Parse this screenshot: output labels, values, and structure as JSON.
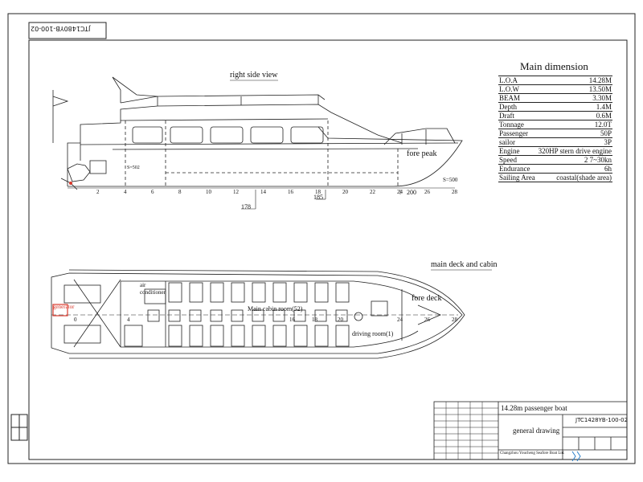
{
  "stamp": "JTC1480YB-100-02",
  "views": {
    "side": "right side view",
    "deck": "main deck and cabin"
  },
  "side_labels": {
    "fore_peak": "fore peak",
    "frame_mark": "S=500",
    "frame_numbers": [
      "2",
      "4",
      "6",
      "8",
      "10",
      "12",
      "14",
      "16",
      "18",
      "20",
      "22",
      "24",
      "26",
      "28"
    ],
    "dims": [
      "178",
      "185",
      "200"
    ],
    "mid_mark": "S=502"
  },
  "deck_labels": {
    "generator": "generator",
    "air": "air",
    "conditioner": "conditioner",
    "main_cabin": "Main cabin room(52)",
    "fore_deck": "fore deck",
    "driving_room": "driving room(1)",
    "frame_numbers": [
      "0",
      "4",
      "16",
      "18",
      "20",
      "24",
      "26",
      "28"
    ]
  },
  "main_dimension": {
    "title": "Main dimension",
    "rows": [
      {
        "label": "L.O.A",
        "value": "14.28M"
      },
      {
        "label": "L.O.W",
        "value": "13.50M"
      },
      {
        "label": "BEAM",
        "value": "3.30M"
      },
      {
        "label": "Depth",
        "value": "1.4M"
      },
      {
        "label": "Draft",
        "value": "0.6M"
      },
      {
        "label": "Tonnage",
        "value": "12.0T"
      },
      {
        "label": "Passenger",
        "value": "50P"
      },
      {
        "label": "sailor",
        "value": "3P"
      },
      {
        "label": "Engine",
        "value": "320HP stern drive engine"
      },
      {
        "label": "Speed",
        "value": "2 7~30kn"
      },
      {
        "label": "Endurance",
        "value": "6h"
      },
      {
        "label": "Sailing Area",
        "value": "coastal(shade area)"
      }
    ]
  },
  "title_block": {
    "project": "14.28m passenger boat",
    "drawing": "general drawing",
    "number": "JTC1428YB-100-02",
    "company": "Changzhou Youcheng Seafore Boat Ltd."
  },
  "colors": {
    "line": "#222222",
    "accent": "#d9382b"
  }
}
